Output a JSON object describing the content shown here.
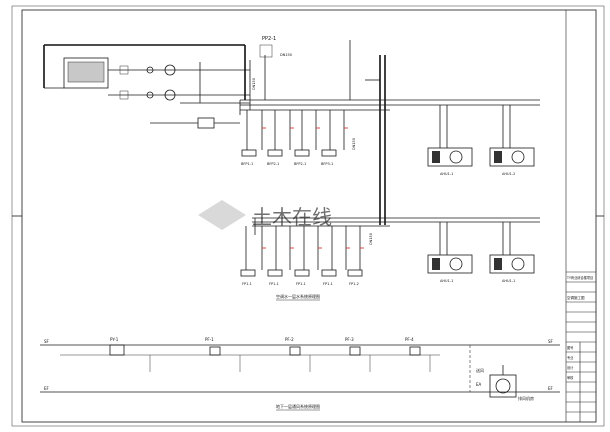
{
  "drawing": {
    "top_label": "PP2-1",
    "top_callout": "DN150",
    "vertical_labels": [
      "DN150",
      "DN150",
      "DN150"
    ]
  },
  "units_upper": [
    {
      "id": "fcu-1",
      "label": "BFP1-1"
    },
    {
      "id": "fcu-2",
      "label": "BFP2-1"
    },
    {
      "id": "fcu-3",
      "label": "BFP2-1"
    },
    {
      "id": "fcu-4",
      "label": "BFP3-1"
    }
  ],
  "units_lower": [
    {
      "id": "fp-1",
      "label": "FP1-1"
    },
    {
      "id": "fp-2",
      "label": "FP1-1"
    },
    {
      "id": "fp-3",
      "label": "FP1-1"
    },
    {
      "id": "fp-4",
      "label": "FP1-1"
    },
    {
      "id": "fp-5",
      "label": "FP1-2"
    }
  ],
  "ahu_upper": [
    {
      "id": "ahu-u1",
      "label": "AHU1-1"
    },
    {
      "id": "ahu-u2",
      "label": "AHU1-2"
    }
  ],
  "ahu_lower": [
    {
      "id": "ahu-l1",
      "label": "AHU1-1"
    },
    {
      "id": "ahu-l2",
      "label": "AHU1-1"
    }
  ],
  "system_title": "空调水一层水系统原理图",
  "bottom_title": "地下一层通风系统原理图",
  "bottom_system": {
    "segment_labels": [
      "PY-1",
      "PF-1",
      "PF-2",
      "PF-3",
      "PF-4"
    ],
    "left_marks": [
      "SF",
      "EF"
    ],
    "right_marks": [
      "SF",
      "EF"
    ],
    "fan_labels": [
      "送风",
      "EA",
      "排风机房"
    ]
  },
  "title_block": {
    "project": "TY商业综合楼项目",
    "drawing_name": "空调施工图",
    "fields": [
      "图号",
      "专业",
      "设计",
      "审核"
    ]
  },
  "watermark": "土木在线"
}
